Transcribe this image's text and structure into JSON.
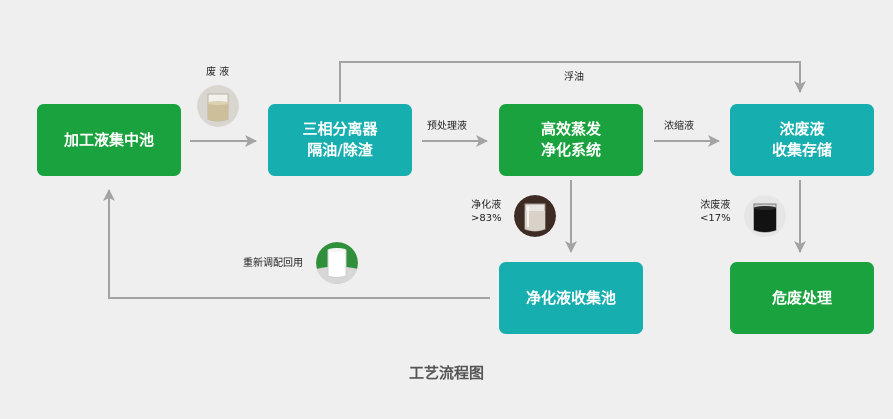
{
  "colors": {
    "green": "#1aa23e",
    "teal": "#17aeb0",
    "arrow": "#a3a3a3",
    "background": "#efefef"
  },
  "nodes": {
    "collection_tank": {
      "label": "加工液集中池"
    },
    "separator": {
      "line1": "三相分离器",
      "line2": "隔油/除渣"
    },
    "evaporator": {
      "line1": "高效蒸发",
      "line2": "净化系统"
    },
    "concentrate_storage": {
      "line1": "浓废液",
      "line2": "收集存储"
    },
    "clean_tank": {
      "label": "净化液收集池"
    },
    "hazardous": {
      "label": "危废处理"
    }
  },
  "edges": {
    "waste_liquid": "废 液",
    "floating_oil": "浮油",
    "pretreated": "预处理液",
    "concentrated": "浓缩液",
    "clean_liquid": {
      "line1": "净化液",
      "line2": ">83%"
    },
    "concentrate_ratio": {
      "line1": "浓废液",
      "line2": "<17%"
    },
    "reuse": "重新调配回用"
  },
  "icons": [
    "waste-liquid-beaker-icon",
    "clean-liquid-beaker-icon",
    "concentrate-beaker-icon",
    "white-liquid-jar-icon"
  ],
  "caption": "工艺流程图"
}
